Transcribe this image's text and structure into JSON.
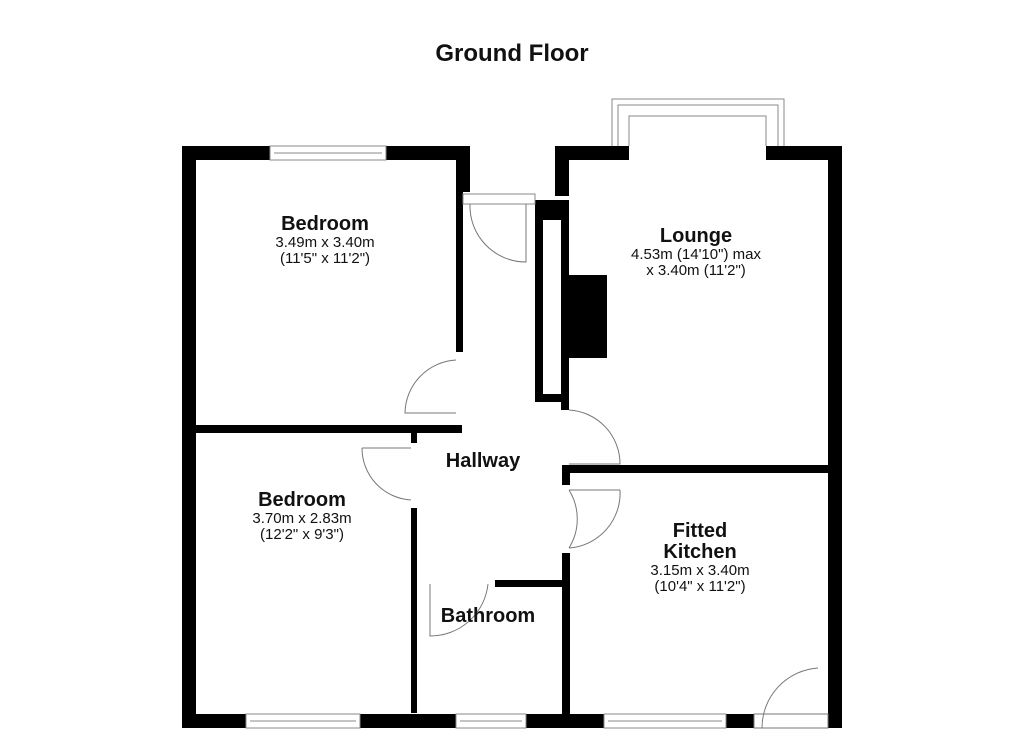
{
  "title": "Ground Floor",
  "rooms": [
    {
      "name": "Bedroom",
      "dim1": "3.49m x 3.40m",
      "dim2": "(11'5\" x 11'2\")"
    },
    {
      "name": "Lounge",
      "dim1": "4.53m (14'10\") max",
      "dim2": "x 3.40m (11'2\")"
    },
    {
      "name": "Hallway"
    },
    {
      "name": "Bedroom",
      "dim1": "3.70m x 2.83m",
      "dim2": "(12'2\" x 9'3\")"
    },
    {
      "name": "Fitted Kitchen",
      "name1": "Fitted",
      "name2": "Kitchen",
      "dim1": "3.15m x 3.40m",
      "dim2": "(10'4\" x 11'2\")"
    },
    {
      "name": "Bathroom"
    }
  ],
  "colors": {
    "wall": "#000000",
    "window": "#888888",
    "background": "#ffffff"
  }
}
